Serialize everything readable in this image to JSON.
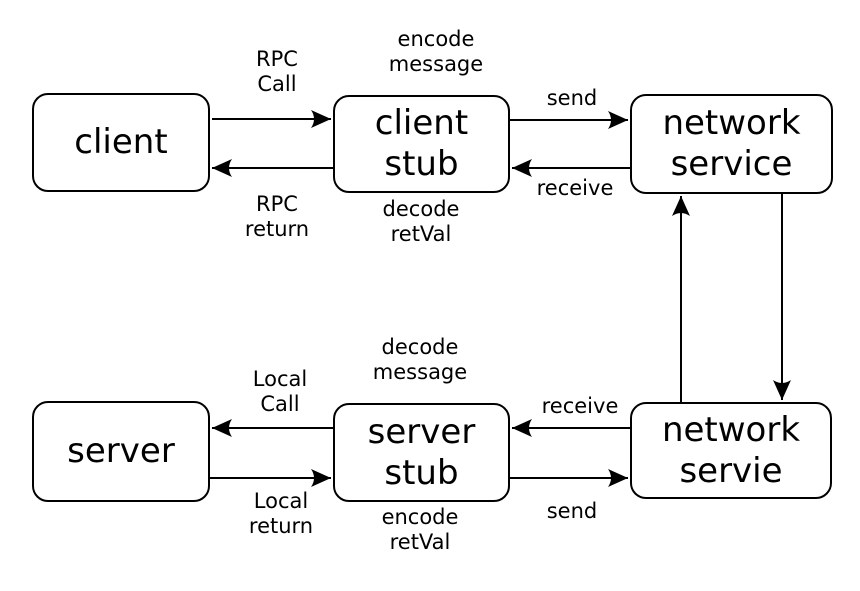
{
  "diagram": {
    "boxes": {
      "client": "client",
      "client_stub": "client\nstub",
      "network_service_top": "network\nservice",
      "server": "server",
      "server_stub": "server\nstub",
      "network_service_bottom": "network\nservie"
    },
    "edge_labels": {
      "rpc_call": "RPC\nCall",
      "rpc_return": "RPC\nreturn",
      "encode_message": "encode\nmessage",
      "decode_retval": "decode\nretVal",
      "send_top": "send",
      "receive_top": "receive",
      "local_call": "Local\nCall",
      "local_return": "Local\nreturn",
      "decode_message": "decode\nmessage",
      "encode_retval": "encode\nretVal",
      "receive_bottom": "receive",
      "send_bottom": "send"
    },
    "colors": {
      "stroke": "#000000",
      "background": "#ffffff"
    }
  }
}
